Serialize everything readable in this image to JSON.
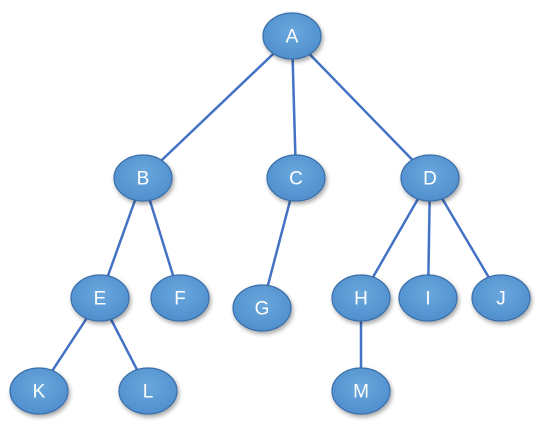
{
  "diagram": {
    "type": "tree",
    "node_fill": "#5b9bd5",
    "edge_color": "#4472c4",
    "label_color": "#ffffff",
    "nodes": [
      {
        "id": "A",
        "label": "A"
      },
      {
        "id": "B",
        "label": "B"
      },
      {
        "id": "C",
        "label": "C"
      },
      {
        "id": "D",
        "label": "D"
      },
      {
        "id": "E",
        "label": "E"
      },
      {
        "id": "F",
        "label": "F"
      },
      {
        "id": "G",
        "label": "G"
      },
      {
        "id": "H",
        "label": "H"
      },
      {
        "id": "I",
        "label": "I"
      },
      {
        "id": "J",
        "label": "J"
      },
      {
        "id": "K",
        "label": "K"
      },
      {
        "id": "L",
        "label": "L"
      },
      {
        "id": "M",
        "label": "M"
      }
    ],
    "edges": [
      {
        "from": "A",
        "to": "B"
      },
      {
        "from": "A",
        "to": "C"
      },
      {
        "from": "A",
        "to": "D"
      },
      {
        "from": "B",
        "to": "E"
      },
      {
        "from": "B",
        "to": "F"
      },
      {
        "from": "C",
        "to": "G"
      },
      {
        "from": "D",
        "to": "H"
      },
      {
        "from": "D",
        "to": "I"
      },
      {
        "from": "D",
        "to": "J"
      },
      {
        "from": "E",
        "to": "K"
      },
      {
        "from": "E",
        "to": "L"
      },
      {
        "from": "H",
        "to": "M"
      }
    ]
  }
}
